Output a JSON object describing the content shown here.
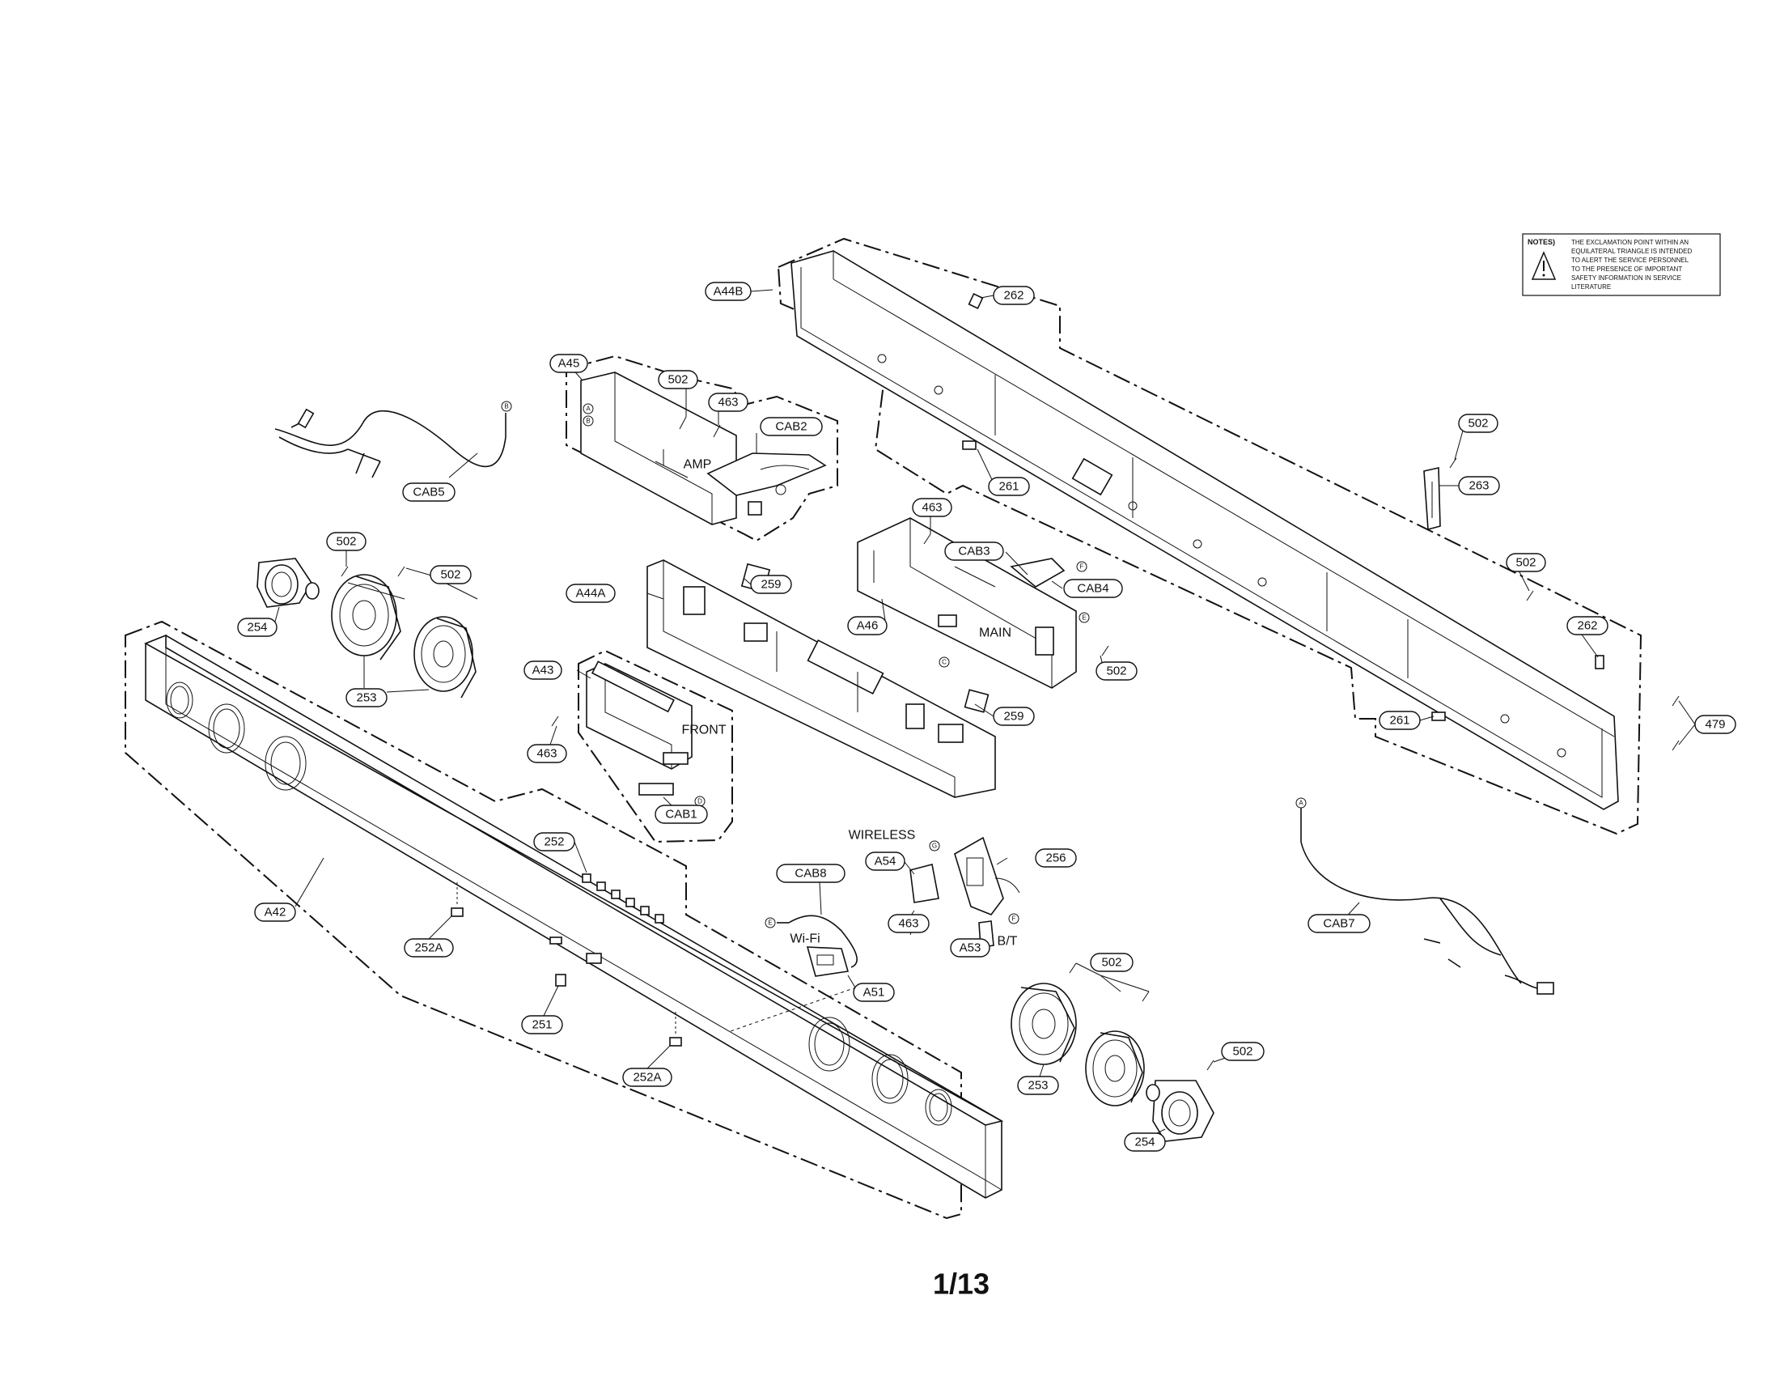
{
  "notes": {
    "heading": "NOTES)",
    "lines": [
      "THE EXCLAMATION POINT WITHIN AN",
      "EQUILATERAL TRIANGLE IS INTENDED",
      "TO ALERT THE SERVICE PERSONNEL",
      "TO THE PRESENCE OF IMPORTANT",
      "SAFETY INFORMATION IN SERVICE",
      "LITERATURE"
    ],
    "warning_icon": "warning-triangle-icon"
  },
  "section_labels": {
    "amp": "AMP",
    "main": "MAIN",
    "front": "FRONT",
    "wireless": "WIRELESS",
    "wifi": "Wi-Fi",
    "bt": "B/T"
  },
  "callouts": {
    "a44b": "A44B",
    "p262_top": "262",
    "p261_left": "261",
    "p502_263": "502",
    "p263": "263",
    "p502_right": "502",
    "p262_right": "262",
    "p261_right": "261",
    "p479": "479",
    "a45": "A45",
    "p502_amp": "502",
    "p463_amp": "463",
    "cab2": "CAB2",
    "cab5": "CAB5",
    "p502_spk_l1": "502",
    "p502_spk_l2": "502",
    "p254_left": "254",
    "p253_left": "253",
    "p463_main": "463",
    "cab3": "CAB3",
    "cab4": "CAB4",
    "a46": "A46",
    "p502_main": "502",
    "a44a": "A44A",
    "p259_top": "259",
    "p259_bottom": "259",
    "a43": "A43",
    "p463_front": "463",
    "cab1": "CAB1",
    "p252": "252",
    "a42": "A42",
    "p252a_left": "252A",
    "p251": "251",
    "p252a_bottom": "252A",
    "cab8": "CAB8",
    "a51": "A51",
    "a54": "A54",
    "p463_wireless": "463",
    "a53": "A53",
    "p256": "256",
    "cab7": "CAB7",
    "p502_spk_r1": "502",
    "p502_spk_r2": "502",
    "p253_right": "253",
    "p254_right": "254"
  },
  "markers": {
    "b_cab5": "B",
    "a_amp1": "A",
    "b_amp2": "B",
    "e_main": "E",
    "f_main": "F",
    "c_main": "C",
    "d_front": "D",
    "e_cab8": "E",
    "g_wireless": "G",
    "f_bt": "F",
    "a_cab7": "A"
  },
  "page_number": "1/13"
}
